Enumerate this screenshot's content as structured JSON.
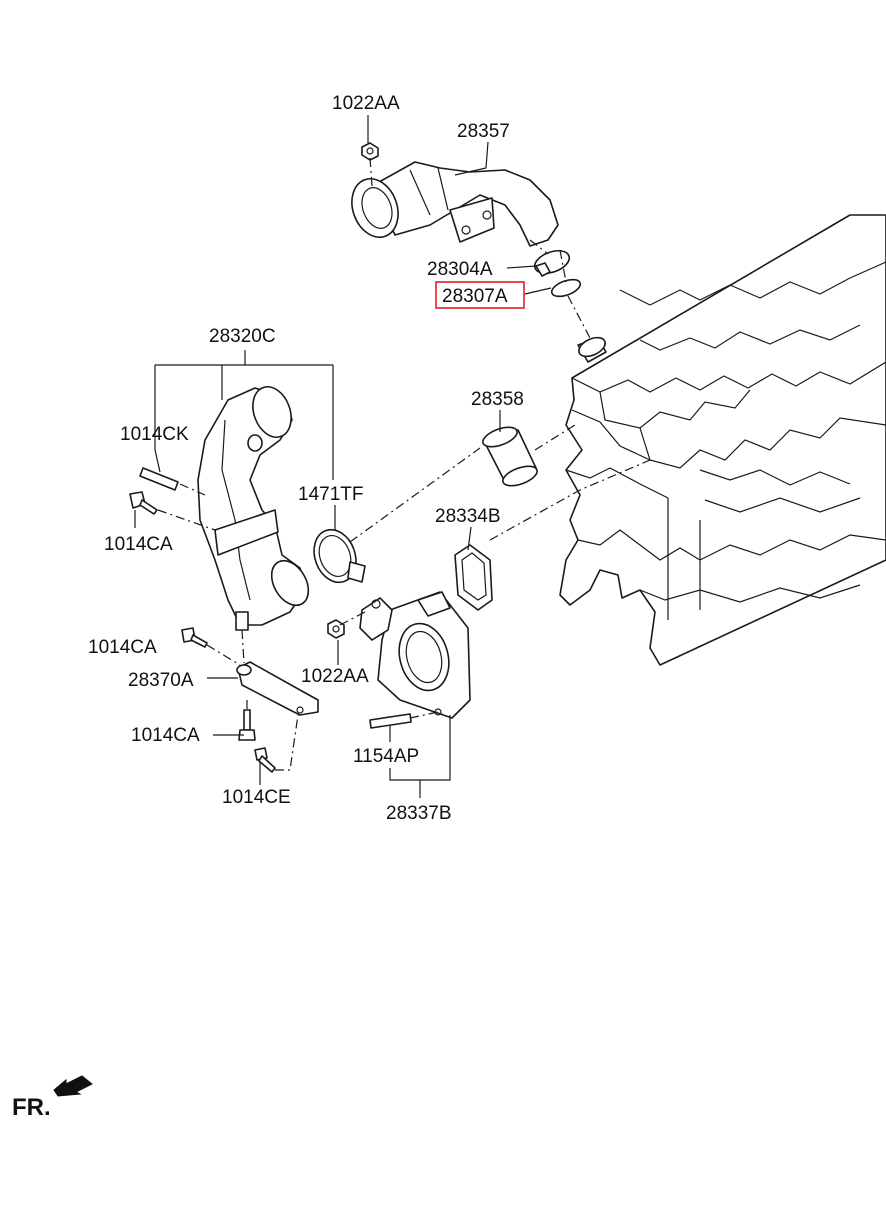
{
  "labels": {
    "p1022aa_top": "1022AA",
    "p28357": "28357",
    "p28304a": "28304A",
    "p28307a": "28307A",
    "p28320c": "28320C",
    "p1014ck": "1014CK",
    "p28358": "28358",
    "p1471tf": "1471TF",
    "p1014ca_1": "1014CA",
    "p28334b": "28334B",
    "p1014ca_2": "1014CA",
    "p1022aa_mid": "1022AA",
    "p28370a": "28370A",
    "p1014ca_3": "1014CA",
    "p1154ap": "1154AP",
    "p1014ce": "1014CE",
    "p28337b": "28337B"
  },
  "direction": {
    "label": "FR."
  },
  "highlight_color": "#e02020"
}
